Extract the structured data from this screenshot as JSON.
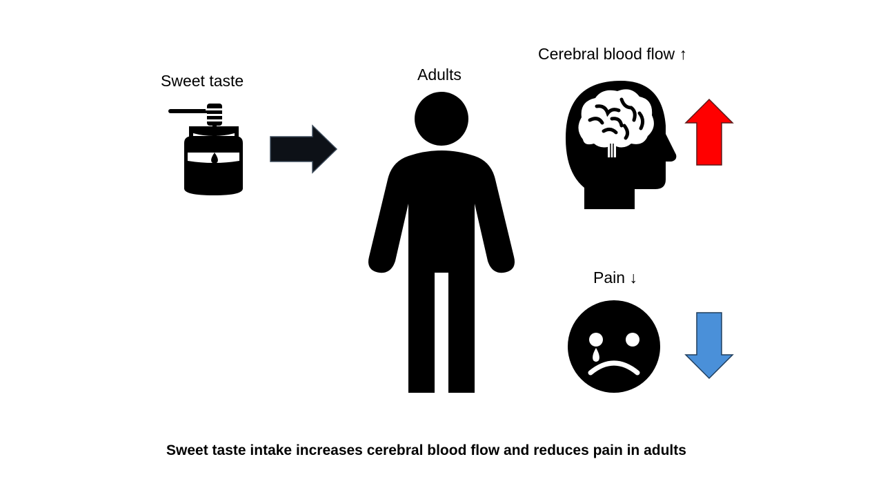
{
  "labels": {
    "sweet_taste": "Sweet taste",
    "adults": "Adults",
    "cerebral_blood_flow": "Cerebral blood flow ↑",
    "pain": "Pain ↓"
  },
  "caption": "Sweet taste intake increases cerebral blood flow and reduces pain in adults",
  "colors": {
    "icon": "#000000",
    "arrow_up": "#ff0000",
    "arrow_down": "#4a90d9",
    "arrow_right": "#0d1117"
  },
  "icons": {
    "honey": "honey-jar-icon",
    "person": "person-icon",
    "brain_head": "brain-head-icon",
    "sad_face": "crying-face-icon"
  }
}
